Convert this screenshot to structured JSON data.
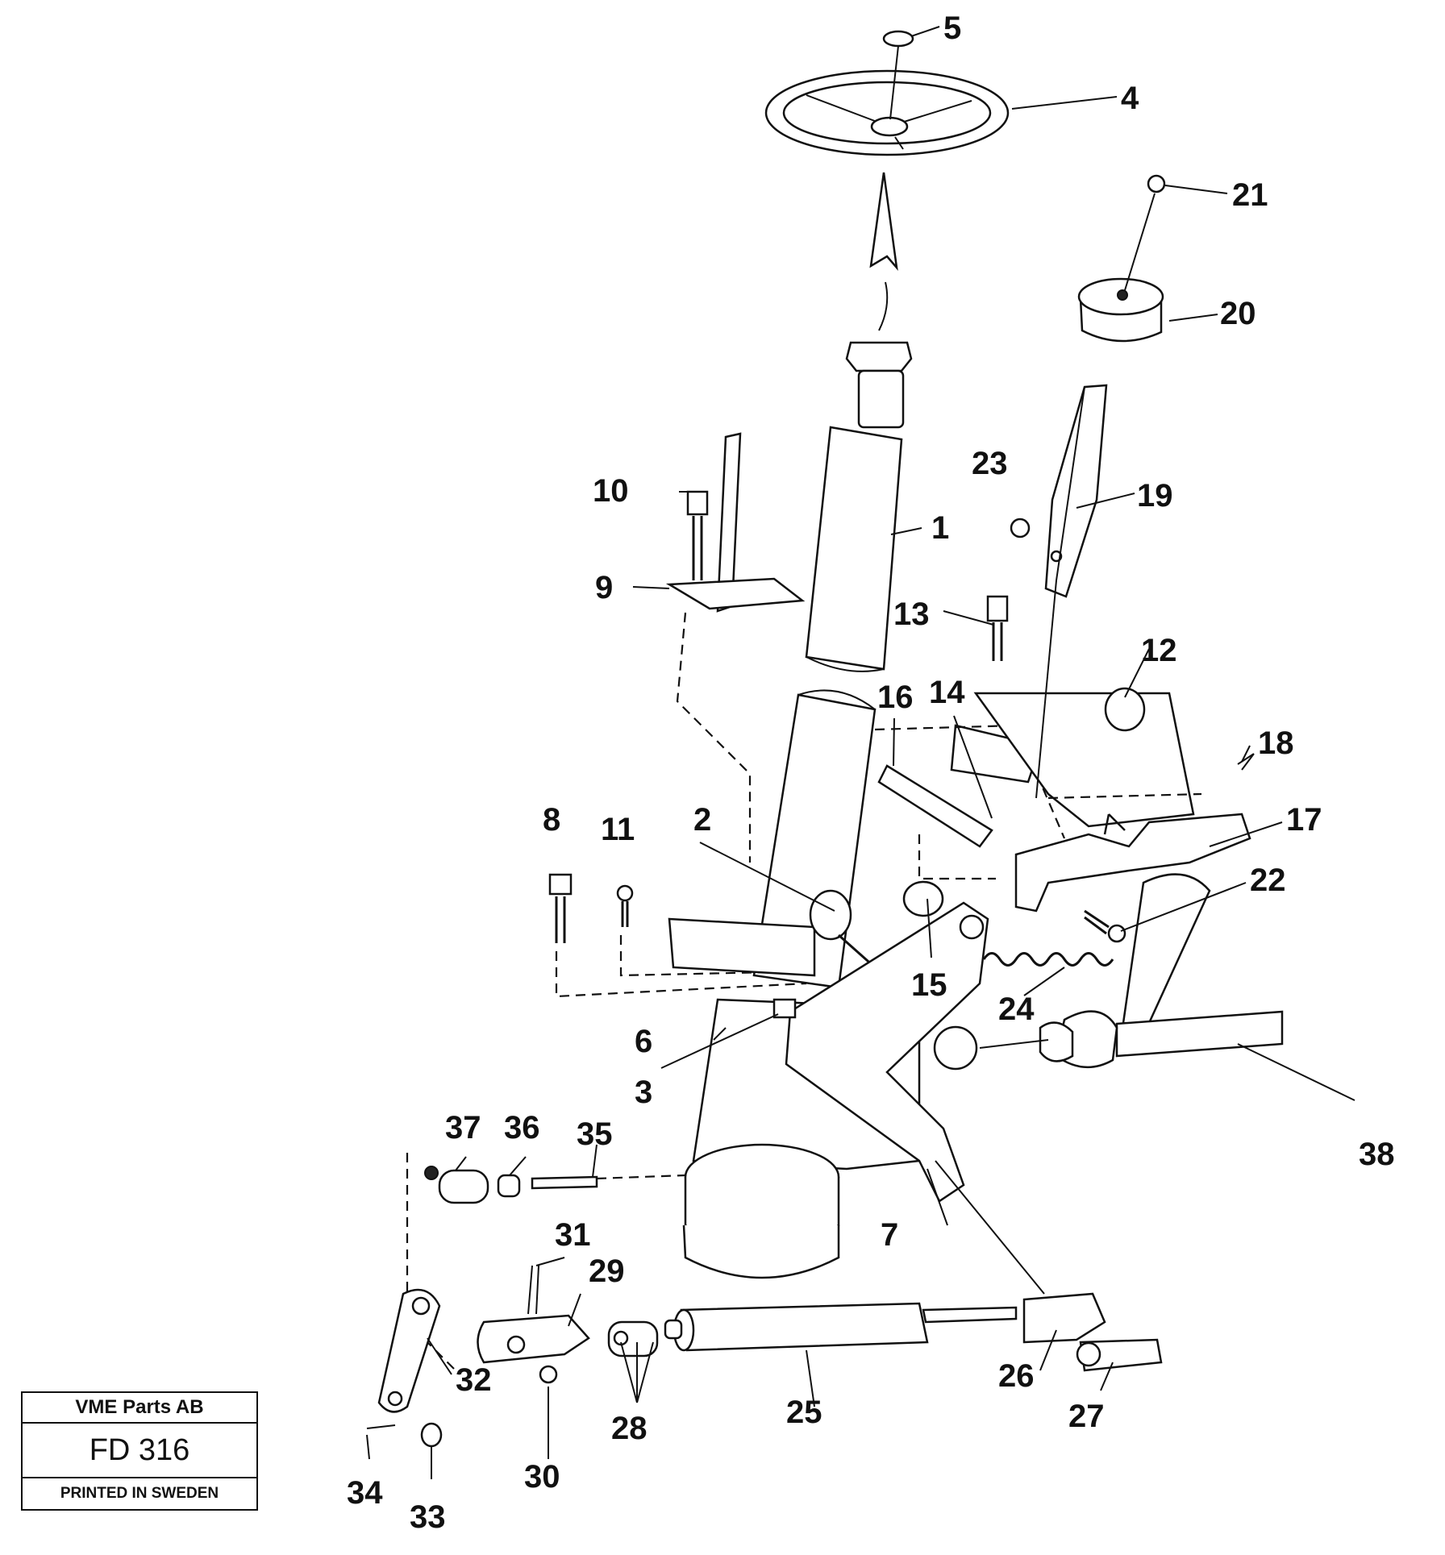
{
  "callouts": [
    {
      "id": "1",
      "label": "1"
    },
    {
      "id": "2",
      "label": "2"
    },
    {
      "id": "3",
      "label": "3"
    },
    {
      "id": "4",
      "label": "4"
    },
    {
      "id": "5",
      "label": "5"
    },
    {
      "id": "6",
      "label": "6"
    },
    {
      "id": "7",
      "label": "7"
    },
    {
      "id": "8",
      "label": "8"
    },
    {
      "id": "9",
      "label": "9"
    },
    {
      "id": "10",
      "label": "10"
    },
    {
      "id": "11",
      "label": "11"
    },
    {
      "id": "12",
      "label": "12"
    },
    {
      "id": "13",
      "label": "13"
    },
    {
      "id": "14",
      "label": "14"
    },
    {
      "id": "15",
      "label": "15"
    },
    {
      "id": "16",
      "label": "16"
    },
    {
      "id": "17",
      "label": "17"
    },
    {
      "id": "18",
      "label": "18"
    },
    {
      "id": "19",
      "label": "19"
    },
    {
      "id": "20",
      "label": "20"
    },
    {
      "id": "21",
      "label": "21"
    },
    {
      "id": "22",
      "label": "22"
    },
    {
      "id": "23",
      "label": "23"
    },
    {
      "id": "24",
      "label": "24"
    },
    {
      "id": "25",
      "label": "25"
    },
    {
      "id": "26",
      "label": "26"
    },
    {
      "id": "27",
      "label": "27"
    },
    {
      "id": "28",
      "label": "28"
    },
    {
      "id": "29",
      "label": "29"
    },
    {
      "id": "30",
      "label": "30"
    },
    {
      "id": "31",
      "label": "31"
    },
    {
      "id": "32",
      "label": "32"
    },
    {
      "id": "33",
      "label": "33"
    },
    {
      "id": "34",
      "label": "34"
    },
    {
      "id": "35",
      "label": "35"
    },
    {
      "id": "36",
      "label": "36"
    },
    {
      "id": "37",
      "label": "37"
    },
    {
      "id": "38",
      "label": "38"
    }
  ],
  "title_block": {
    "company": "VME Parts AB",
    "code": "FD 316",
    "printed": "PRINTED IN SWEDEN"
  }
}
